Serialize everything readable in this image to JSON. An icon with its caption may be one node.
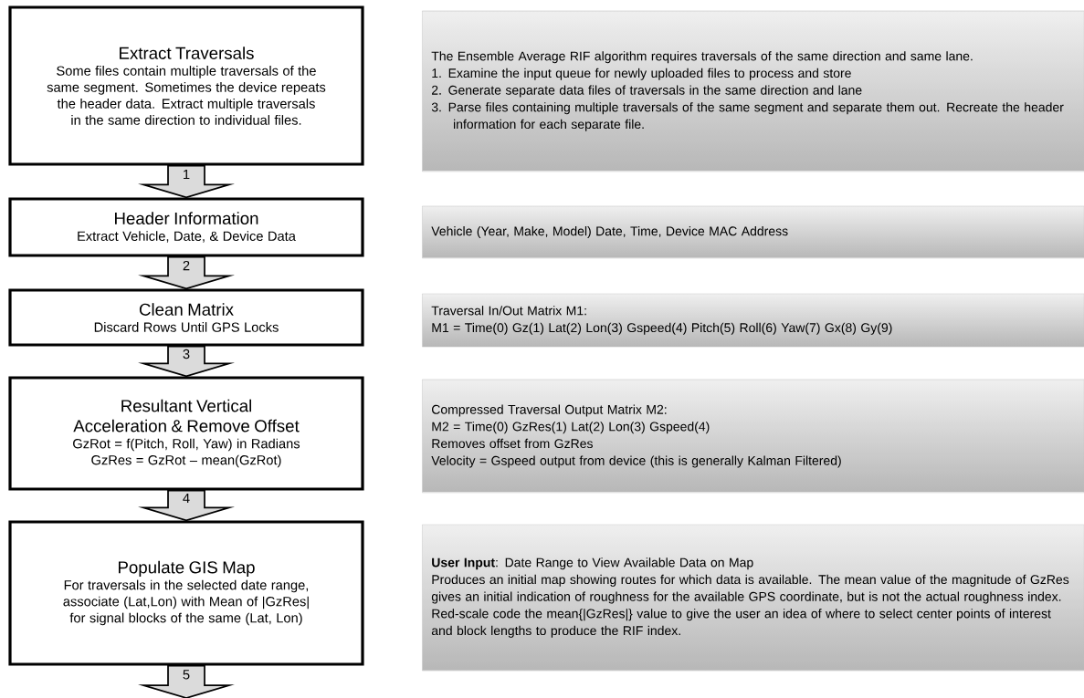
{
  "diagram": {
    "nodes": [
      {
        "text": [
          "Extract Traversals",
          "Some files contain multiple traversals of the same segment. Sometimes the device repeats the header data. Extract multiple traversals in the same direction to individual files."
        ]
      },
      {
        "text": [
          "Header Information",
          "Extract Vehicle, Date, & Device Data"
        ]
      },
      {
        "text": [
          "Clean Matrix",
          "Discard Rows Until GPS Locks"
        ]
      },
      {
        "text": [
          "Resultant Vertical Acceleration & Remove Offset",
          "GzRot = f(Pitch, Roll, Yaw) in Radians",
          "GzRes = GzRot – mean(GzRot)"
        ]
      },
      {
        "text": [
          "Populate GIS Map",
          "For traversals in the selected date range, associate (Lat,Lon) with Mean of |GzRes| for signal blocks of the same (Lat, Lon)"
        ]
      },
      {
        "text": [
          "The Ensemble Average RIF algorithm requires traversals of the same direction and same lane.",
          "1. Examine the input queue for newly uploaded files to process and store",
          "2. Generate separate data files of traversals in the same direction and lane",
          "3. Parse files containing multiple traversals of the same segment and separate them out. Recreate the header information for each separate file."
        ]
      },
      {
        "text": [
          "Vehicle (Year, Make, Model) Date, Time, Device MAC Address"
        ]
      },
      {
        "text": [
          "Traversal In/Out Matrix M1:",
          "M1 = Time(0) Gz(1) Lat(2) Lon(3) Gspeed(4) Pitch(5) Roll(6) Yaw(7) Gx(8) Gy(9)"
        ]
      },
      {
        "text": [
          "Compressed Traversal Output Matrix M2:",
          "M2 = Time(0) GzRes(1) Lat(2) Lon(3) Gspeed(4)",
          "Removes offset from GzRes",
          "Velocity = Gspeed output from device (this is generally Kalman Filtered)"
        ]
      },
      {
        "text": [
          "**User Input**: Date Range to View Available Data on Map",
          "Produces an initial map showing routes for which data is available. The mean value of the magnitude of GzRes gives an initial indication of roughness for the available GPS coordinate, but is not the actual roughness index. Red-scale code the mean{|GzRes|} value to give the user an idea of where to select center points of interest and block lengths to produce the RIF index."
        ]
      }
    ],
    "edges": [
      {
        "from": 0,
        "to": 1,
        "arrow": "to",
        "label": "1"
      },
      {
        "from": 1,
        "to": 2,
        "arrow": "to",
        "label": "2"
      },
      {
        "from": 2,
        "to": 3,
        "arrow": "to",
        "label": "3"
      },
      {
        "from": 3,
        "to": 4,
        "arrow": "to",
        "label": "4"
      },
      {
        "from": 4,
        "to": null,
        "arrow": "to",
        "label": "5"
      }
    ]
  }
}
